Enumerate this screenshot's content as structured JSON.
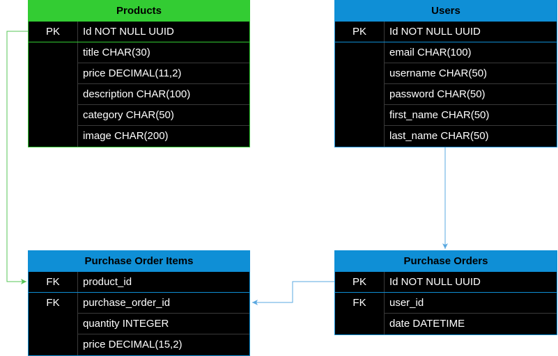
{
  "colors": {
    "products_header": "#33cc33",
    "blue_header": "#0f8fd6",
    "green_line": "#55c455",
    "blue_line": "#5aa8e0"
  },
  "tables": {
    "products": {
      "title": "Products",
      "rows": [
        {
          "key": "PK",
          "field": "Id NOT NULL UUID"
        },
        {
          "key": "",
          "field": "title CHAR(30)"
        },
        {
          "key": "",
          "field": "price DECIMAL(11,2)"
        },
        {
          "key": "",
          "field": "description CHAR(100)"
        },
        {
          "key": "",
          "field": "category CHAR(50)"
        },
        {
          "key": "",
          "field": "image CHAR(200)"
        }
      ]
    },
    "users": {
      "title": "Users",
      "rows": [
        {
          "key": "PK",
          "field": "Id NOT NULL UUID"
        },
        {
          "key": "",
          "field": "email CHAR(100)"
        },
        {
          "key": "",
          "field": "username CHAR(50)"
        },
        {
          "key": "",
          "field": "password CHAR(50)"
        },
        {
          "key": "",
          "field": "first_name CHAR(50)"
        },
        {
          "key": "",
          "field": "last_name CHAR(50)"
        }
      ]
    },
    "purchase_order_items": {
      "title": "Purchase Order Items",
      "rows": [
        {
          "key": "FK",
          "field": "product_id"
        },
        {
          "key": "FK",
          "field": "purchase_order_id"
        },
        {
          "key": "",
          "field": "quantity  INTEGER"
        },
        {
          "key": "",
          "field": "price DECIMAL(15,2)"
        }
      ]
    },
    "purchase_orders": {
      "title": "Purchase Orders",
      "rows": [
        {
          "key": "PK",
          "field": "Id NOT NULL UUID"
        },
        {
          "key": "FK",
          "field": "user_id"
        },
        {
          "key": "",
          "field": "date DATETIME"
        }
      ]
    }
  }
}
